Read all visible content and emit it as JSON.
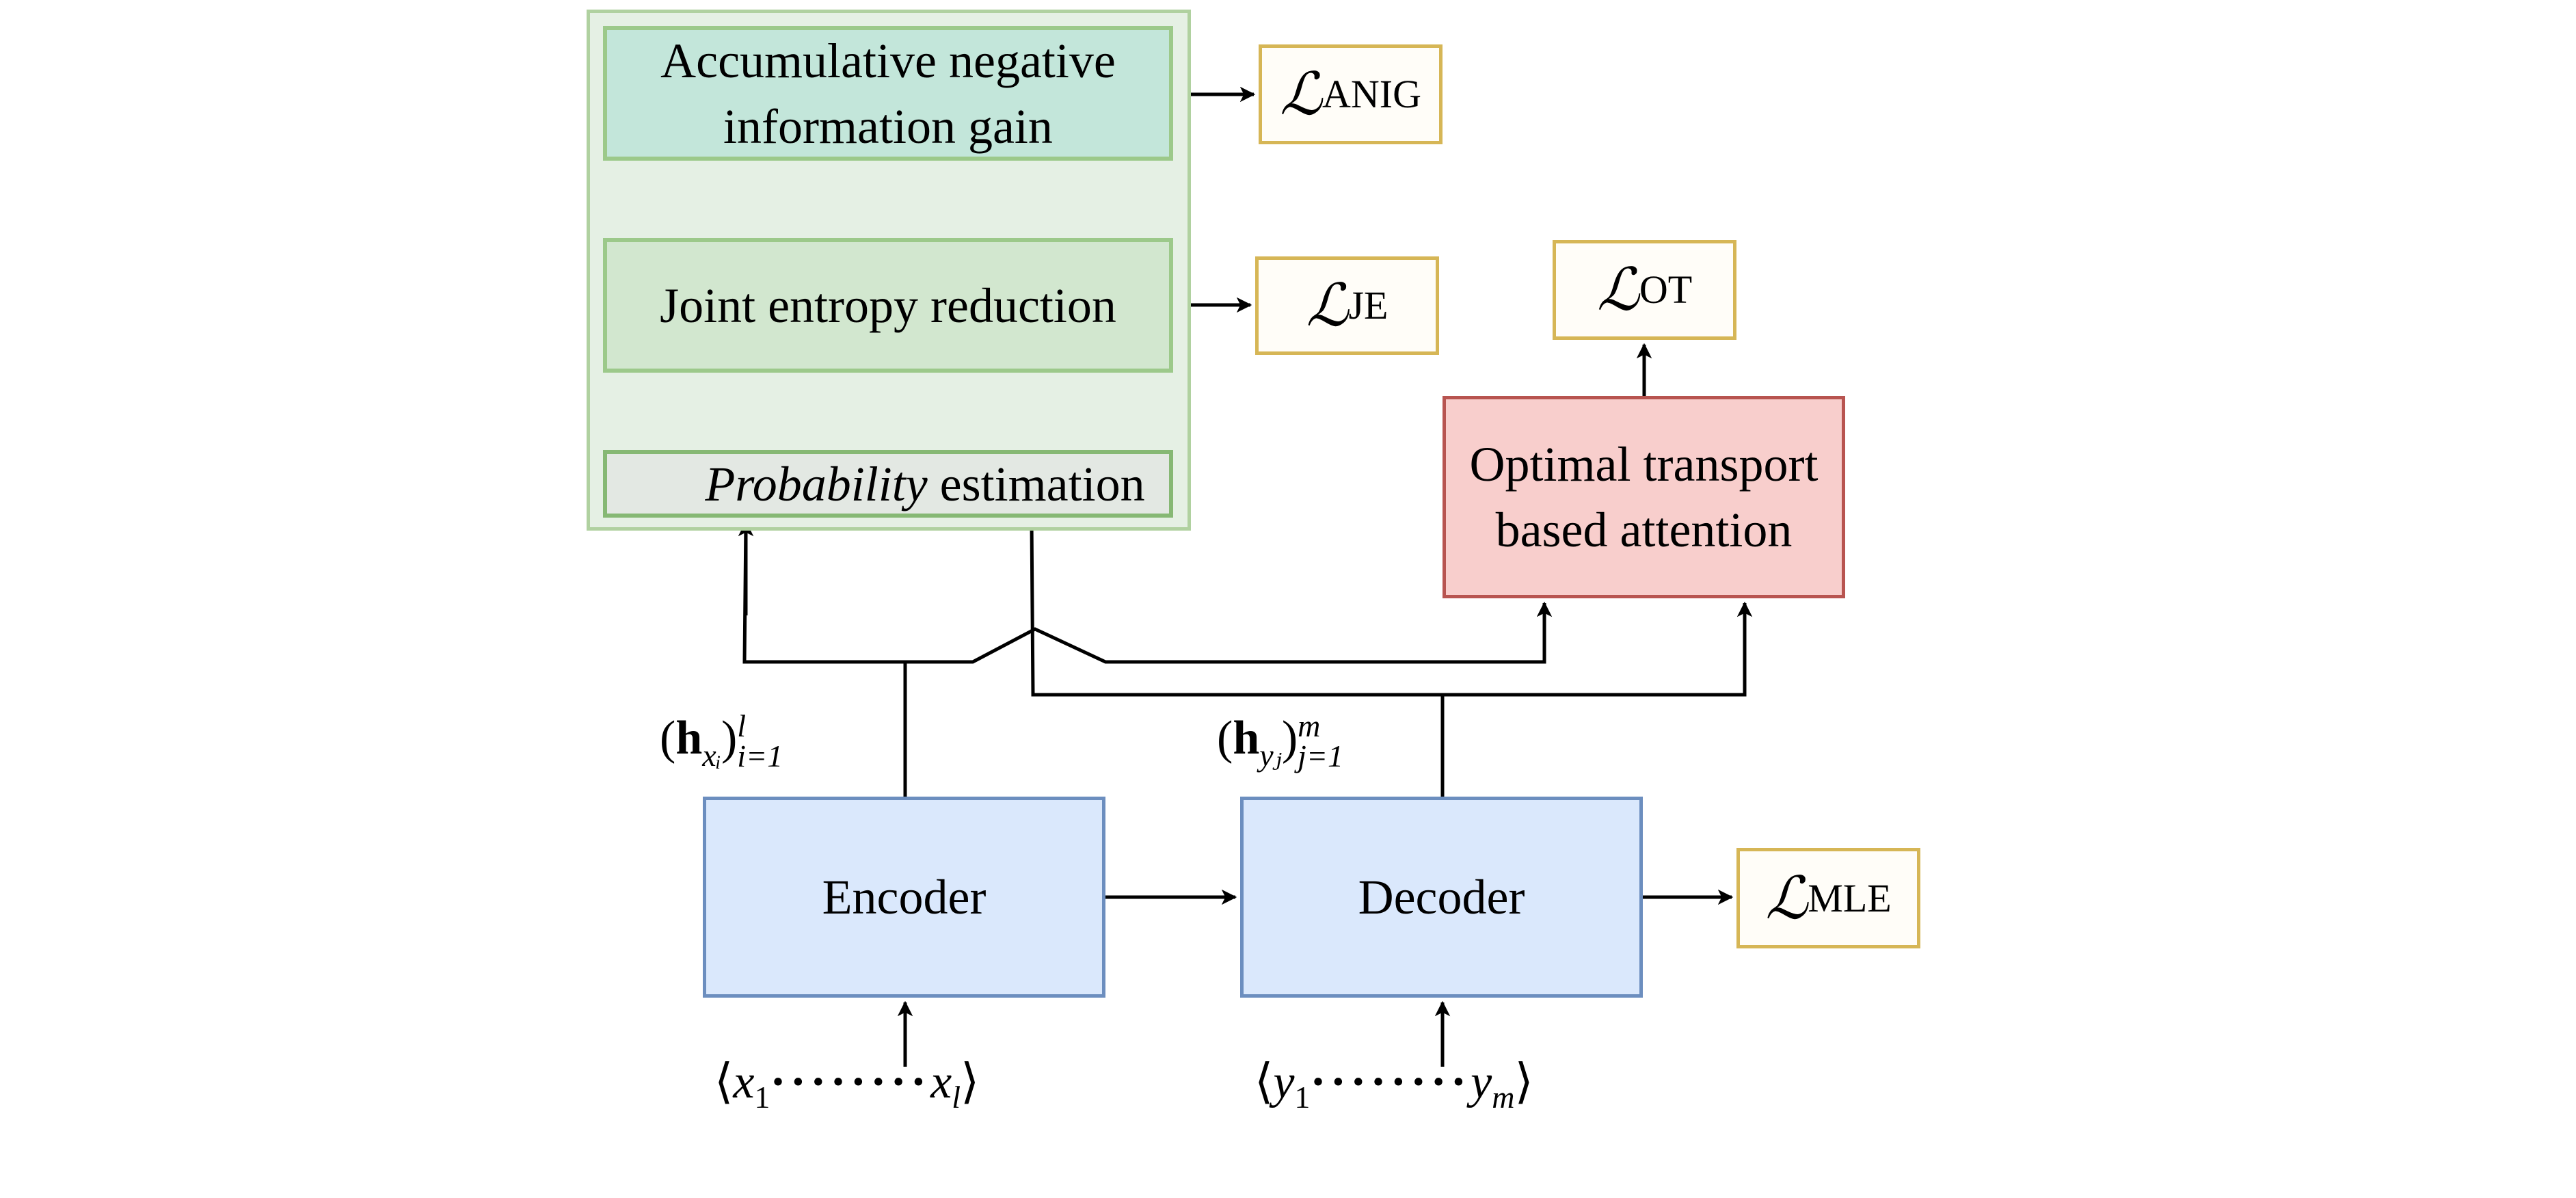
{
  "diagram": {
    "group": {
      "name": "information-gain-module"
    },
    "nodes": {
      "anig": {
        "line1": "Accumulative negative",
        "line2": "information gain"
      },
      "je": {
        "label": "Joint entropy reduction"
      },
      "prob": {
        "italic": "Probability",
        "rest": " estimation"
      },
      "ot": {
        "line1": "Optimal transport",
        "line2": "based attention"
      },
      "encoder": {
        "label": "Encoder"
      },
      "decoder": {
        "label": "Decoder"
      }
    },
    "losses": {
      "anig": {
        "symbol": "ℒ",
        "sub": "ANIG"
      },
      "je": {
        "symbol": "ℒ",
        "sub": "JE"
      },
      "ot": {
        "symbol": "ℒ",
        "sub": "OT"
      },
      "mle": {
        "symbol": "ℒ",
        "sub": "MLE"
      }
    },
    "labels": {
      "hx": {
        "open": "(",
        "h": "h",
        "sub": "xᵢ",
        "close": ")",
        "sup": "l",
        "lower": "i=1"
      },
      "hy": {
        "open": "(",
        "h": "h",
        "sub": "yⱼ",
        "close": ")",
        "sup": "m",
        "lower": "j=1"
      }
    },
    "inputs": {
      "x": {
        "open": "⟨",
        "first": "x",
        "first_sub": "1",
        "dots": "········",
        "last": "x",
        "last_sub": "l",
        "close": "⟩"
      },
      "y": {
        "open": "⟨",
        "first": "y",
        "first_sub": "1",
        "dots": "········",
        "last": "y",
        "last_sub": "m",
        "close": "⟩"
      }
    },
    "colors": {
      "group_fill": "#e5f0e4",
      "group_border": "#b0d1a0",
      "anig_fill": "#c3e6da",
      "je_fill": "#d2e7cf",
      "prob_fill": "#e3e8e3",
      "green_border": "#9cc98a",
      "ot_fill": "#f8cecc",
      "ot_border": "#b85450",
      "encdec_fill": "#dae8fc",
      "encdec_border": "#6c8ebf",
      "loss_fill": "#fffdf8",
      "loss_border": "#d6b656"
    }
  }
}
